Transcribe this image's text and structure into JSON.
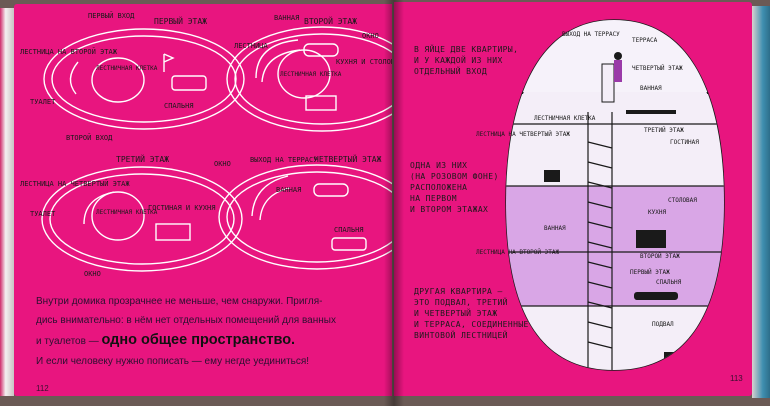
{
  "left_page": {
    "plans": [
      {
        "title": "ПЕРВЫЙ ЭТАЖ",
        "labels": [
          "ПЕРВЫЙ ВХОД",
          "ЛЕСТНИЦА НА ВТОРОЙ ЭТАЖ",
          "ЛЕСТНИЧНАЯ КЛЕТКА",
          "ТУАЛЕТ",
          "СПАЛЬНЯ",
          "ВТОРОЙ ВХОД"
        ]
      },
      {
        "title": "ВТОРОЙ ЭТАЖ",
        "labels": [
          "ВАННАЯ",
          "ЛЕСТНИЦА",
          "ЛЕСТНИЧНАЯ КЛЕТКА",
          "КУХНЯ И СТОЛОВАЯ",
          "ОКНО"
        ]
      },
      {
        "title": "ТРЕТИЙ ЭТАЖ",
        "labels": [
          "ЛЕСТНИЦА НА ЧЕТВЕРТЫЙ ЭТАЖ",
          "ТУАЛЕТ",
          "ЛЕСТНИЧНАЯ КЛЕТКА",
          "ГОСТИНАЯ И КУХНЯ",
          "ОКНО",
          "ОКНО"
        ]
      },
      {
        "title": "ЧЕТВЕРТЫЙ ЭТАЖ",
        "labels": [
          "ВЫХОД НА ТЕРРАСУ",
          "ВАННАЯ",
          "СПАЛЬНЯ"
        ]
      }
    ],
    "body_line1": "Внутри домика прозрачнее не меньше, чем снаружи. Пригля-",
    "body_line2": "дись внимательно: в нём нет отдельных помещений для ванных",
    "body_line3_start": "и туалетов — ",
    "body_bold": "одно общее пространство.",
    "body_line4": "И если человеку нужно пописать — ему негде уединиться!",
    "page_number": "112"
  },
  "right_page": {
    "note_top": [
      "В ЯЙЦЕ ДВЕ КВАРТИРЫ,",
      "И У КАЖДОЙ ИЗ НИХ",
      "ОТДЕЛЬНЫЙ ВХОД"
    ],
    "note_middle": [
      "ОДНА ИЗ НИХ",
      "(НА РОЗОВОМ ФОНЕ)",
      "РАСПОЛОЖЕНА",
      "НА ПЕРВОМ",
      "И ВТОРОМ ЭТАЖАХ"
    ],
    "note_bottom": [
      "ДРУГАЯ КВАРТИРА —",
      "ЭТО ПОДВАЛ, ТРЕТИЙ",
      "И ЧЕТВЕРТЫЙ ЭТАЖ",
      "И ТЕРРАСА, СОЕДИНЕННЫЕ",
      "ВИНТОВОЙ ЛЕСТНИЦЕЙ"
    ],
    "section_labels": {
      "exit": "ВЫХОД НА ТЕРРАСУ",
      "terrace": "ТЕРРАСА",
      "fourth": "ЧЕТВЕРТЫЙ ЭТАЖ",
      "bath_top": "ВАННАЯ",
      "stair_cell": "ЛЕСТНИЧНАЯ КЛЕТКА",
      "stair_to_fourth": "ЛЕСТНИЦА НА ЧЕТВЕРТЫЙ ЭТАЖ",
      "third": "ТРЕТИЙ ЭТАЖ",
      "living": "ГОСТИНАЯ",
      "bath_mid": "ВАННАЯ",
      "kitchen": "КУХНЯ",
      "dining": "СТОЛОВАЯ",
      "stair_to_second": "ЛЕСТНИЦА НА ВТОРОЙ ЭТАЖ",
      "second": "ВТОРОЙ ЭТАЖ",
      "first": "ПЕРВЫЙ ЭТАЖ",
      "bedroom": "СПАЛЬНЯ",
      "basement": "ПОДВАЛ"
    },
    "page_number": "113"
  },
  "colors": {
    "page_pink": "#e8157f",
    "lilac_room": "#d9a6e6",
    "white_room": "#f4eef8",
    "ink": "#1a1a1a"
  }
}
